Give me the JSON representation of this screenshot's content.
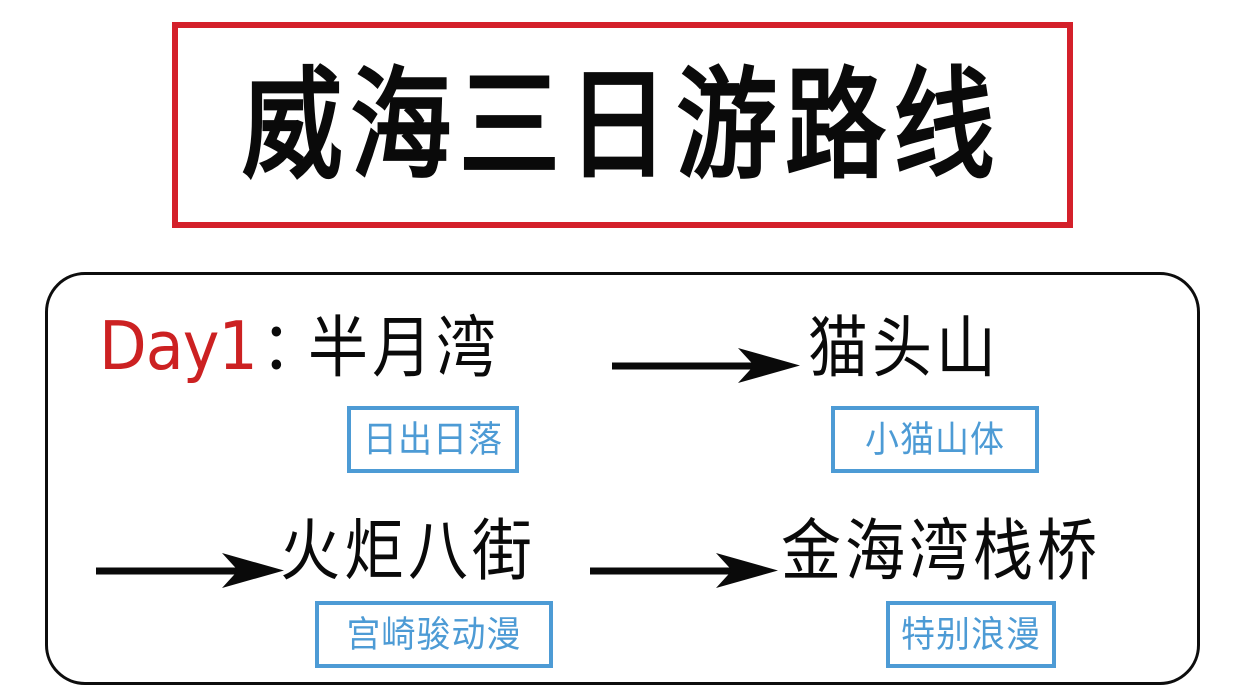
{
  "title": {
    "text": "威海三日游路线",
    "border_color": "#D4202A"
  },
  "itinerary": {
    "day_label": {
      "word": "Day1",
      "colon": "：",
      "word_color": "#CC2122"
    },
    "tag_color": "#4D9BD5",
    "stops": [
      {
        "name": "半月湾",
        "tag": "日出日落"
      },
      {
        "name": "猫头山",
        "tag": "小猫山体"
      },
      {
        "name": "火炬八街",
        "tag": "宫崎骏动漫"
      },
      {
        "name": "金海湾栈桥",
        "tag": "特别浪漫"
      }
    ],
    "connectors": [
      "arrow-right",
      "arrow-right",
      "arrow-right"
    ]
  }
}
